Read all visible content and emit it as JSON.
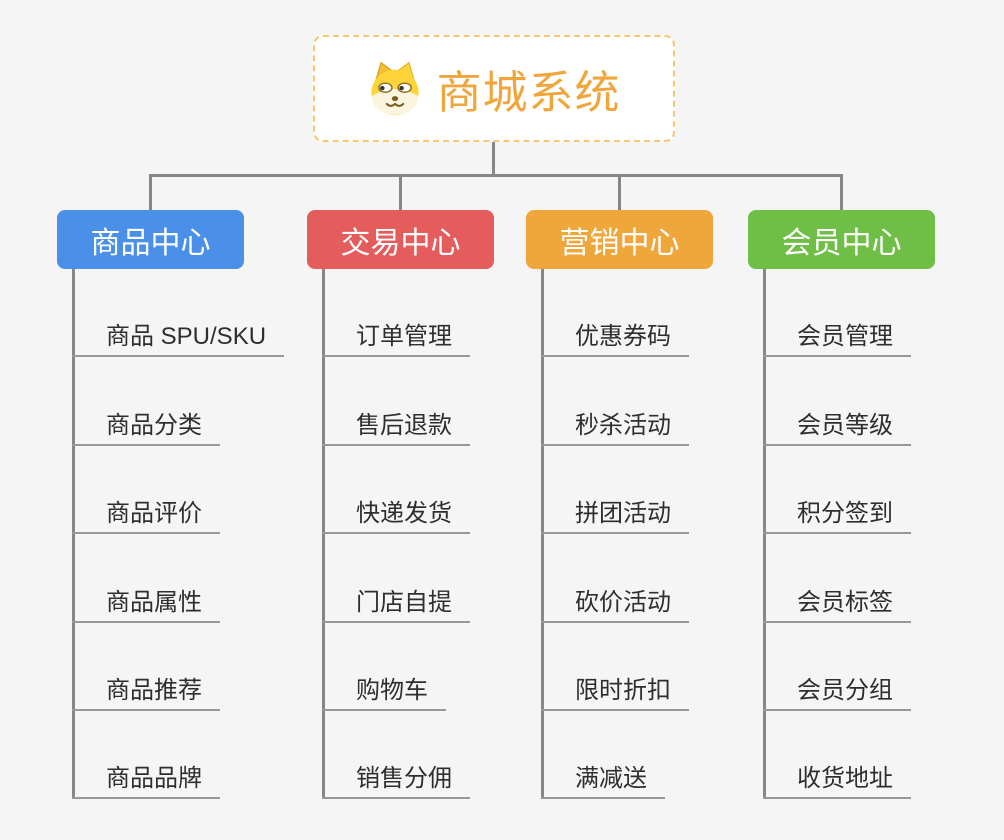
{
  "root": {
    "title": "商城系统",
    "icon": "shiba-dog-icon",
    "title_color": "#F0A63C",
    "border_color": "#F6C76F",
    "background": "#FFFFFF"
  },
  "branches": [
    {
      "label": "商品中心",
      "color": "#4B90E8",
      "children": [
        "商品 SPU/SKU",
        "商品分类",
        "商品评价",
        "商品属性",
        "商品推荐",
        "商品品牌"
      ]
    },
    {
      "label": "交易中心",
      "color": "#E45C5C",
      "children": [
        "订单管理",
        "售后退款",
        "快递发货",
        "门店自提",
        "购物车",
        "销售分佣"
      ]
    },
    {
      "label": "营销中心",
      "color": "#EFA63B",
      "children": [
        "优惠券码",
        "秒杀活动",
        "拼团活动",
        "砍价活动",
        "限时折扣",
        "满减送"
      ]
    },
    {
      "label": "会员中心",
      "color": "#6FBE45",
      "children": [
        "会员管理",
        "会员等级",
        "积分签到",
        "会员标签",
        "会员分组",
        "收货地址"
      ]
    }
  ],
  "canvas_background": "#F5F5F6",
  "connector_color": "#878787",
  "underline_color": "#989898",
  "child_text_color": "#2E2E2E"
}
